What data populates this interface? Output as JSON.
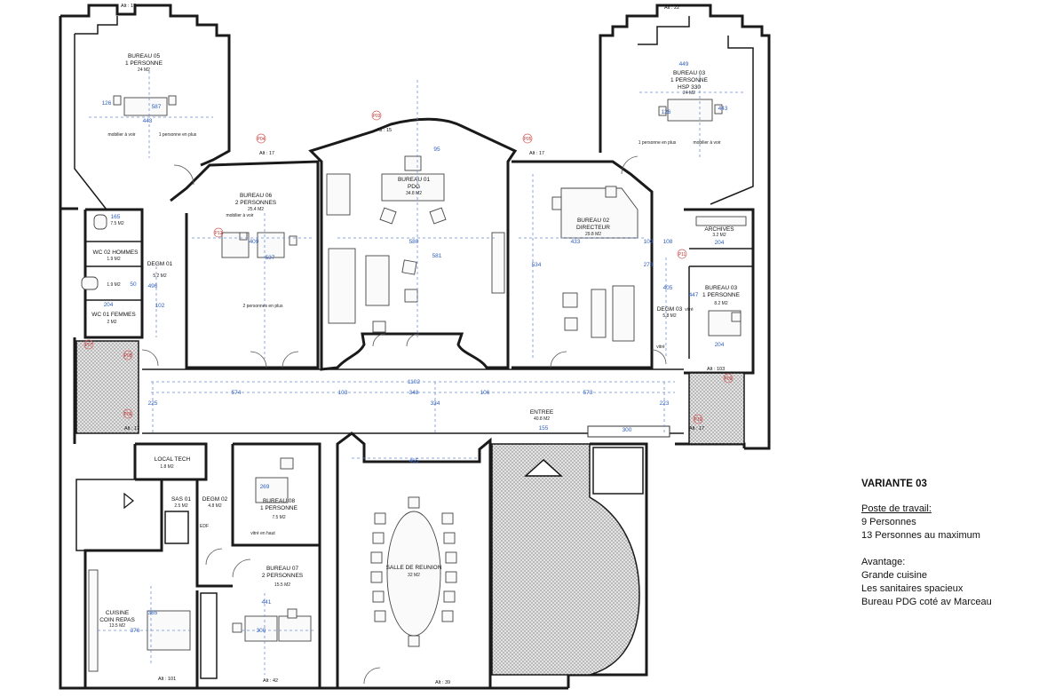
{
  "rooms": {
    "bureau05": {
      "name": "BUREAU 05",
      "people": "1 PERSONNE",
      "area": "24 M2",
      "note1": "mobilier à voir",
      "note2": "1 personne en plus",
      "dims": [
        "443",
        "587",
        "126"
      ]
    },
    "bureau04": {
      "name": "BUREAU 03",
      "people": "1 PERSONNE",
      "extra": "HSP 330",
      "area": "24 M2",
      "note1": "1 personne en plus",
      "note2": "mobilier à voir",
      "dims": [
        "449",
        "443",
        "126"
      ]
    },
    "bureau06": {
      "name": "BUREAU 06",
      "people": "2 PERSONNES",
      "area": "25.4 M2",
      "note1": "mobilier à voir",
      "note2": "2 personnes en plus",
      "dims": [
        "409",
        "537"
      ]
    },
    "bureau01": {
      "name": "BUREAU 01",
      "people": "PDG",
      "area": "34.8 M2",
      "dims": [
        "580",
        "581",
        "95"
      ]
    },
    "bureau02": {
      "name": "BUREAU 02",
      "people": "DIRECTEUR",
      "area": "29.8 M2",
      "dims": [
        "433",
        "534",
        "278",
        "100",
        "108"
      ]
    },
    "archives": {
      "name": "ARCHIVES",
      "area": "3.2 M2",
      "dim": "204"
    },
    "bureau03": {
      "name": "BUREAU 03",
      "people": "1 PERSONNE",
      "area": "8.2 M2",
      "dims": [
        "447",
        "204"
      ]
    },
    "degm03": {
      "name": "DEGM 03",
      "extra": "vitré",
      "area": "5.8 M2",
      "dim": "405",
      "extra2": "vitré"
    },
    "wc02": {
      "name": "WC 02 HOMMES",
      "area": "1.9 M2",
      "dims": [
        "165",
        "7.5 M2"
      ]
    },
    "wc01": {
      "name": "WC 01 FEMMES",
      "area": "2 M2",
      "dims": [
        "1.9 M2",
        "204"
      ]
    },
    "degm01": {
      "name": "DEGM 01",
      "area": "5.2 M2",
      "dims": [
        "496",
        "102",
        "50"
      ]
    },
    "circulation": {
      "dims": [
        "574",
        "103",
        "348",
        "106",
        "573"
      ],
      "total": "1102",
      "side": [
        "225",
        "334",
        "223"
      ]
    },
    "entree": {
      "name": "ENTREE",
      "area": "40.8 M2",
      "dims": [
        "155",
        "300"
      ]
    },
    "localtech": {
      "name": "LOCAL TECH",
      "area": "1.8 M2"
    },
    "sas01": {
      "name": "SAS 01",
      "area": "2.5 M2"
    },
    "degm02": {
      "name": "DEGM 02",
      "area": "4.8 M2",
      "extra": "EDF"
    },
    "bureau08": {
      "name": "BUREAU 08",
      "people": "1 PERSONNE",
      "area": "7.5 M2",
      "note": "vitré en haut",
      "dim": "269"
    },
    "bureau07": {
      "name": "BUREAU 07",
      "people": "2 PERSONNES",
      "area": "15.5 M2",
      "dims": [
        "441",
        "300"
      ]
    },
    "cuisine": {
      "name": "CUISINE",
      "sub": "COIN REPAS",
      "area": "13.5 M2",
      "dims": [
        "376",
        "365"
      ]
    },
    "reunion": {
      "name": "SALLE DE REUNION",
      "area": "32 M2",
      "dim": "465"
    }
  },
  "altitudes": {
    "a17_top": "Alt : 17",
    "a22": "Alt : 22",
    "a15": "Alt : 15",
    "a17_l": "Alt : 17",
    "a17_r": "Alt : 17",
    "a17_bl": "Alt : 17",
    "a17_br": "Alt : 17",
    "a101": "Alt : 101",
    "a42": "Alt : 42",
    "a39": "Alt : 39",
    "a103": "Alt : 103"
  },
  "tags": [
    "P03",
    "P04",
    "P05",
    "P06",
    "P07",
    "P08",
    "P09",
    "P10",
    "P11",
    "P12"
  ],
  "legend": {
    "title": "VARIANTE 03",
    "poste_heading": "Poste de travail:",
    "poste_lines": [
      "9 Personnes",
      "13 Personnes au maximum"
    ],
    "avantage_heading": "Avantage:",
    "avantage_lines": [
      "Grande cuisine",
      "Les sanitaires spacieux",
      "Bureau PDG coté av Marceau"
    ]
  },
  "colors": {
    "wall": "#1a1a1a",
    "dimension": "#6b8fd6",
    "tag": "#c03030",
    "hatch": "#cfcfcf"
  }
}
